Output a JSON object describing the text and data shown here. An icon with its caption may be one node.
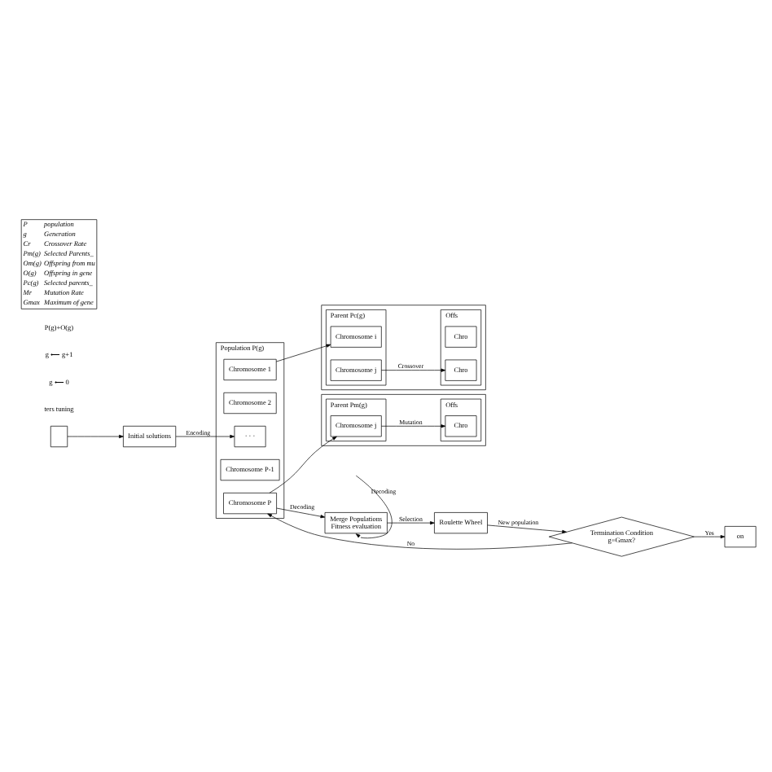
{
  "diagram": {
    "nodes": [
      {
        "text": [],
        "shape": "box"
      },
      {
        "text": [
          "Initial solutions"
        ]
      },
      {
        "text": [
          "Population P(g)"
        ]
      },
      {
        "text": [
          "Chromosome 1"
        ],
        "in": 2
      },
      {
        "text": [
          "Chromosome 2"
        ],
        "in": 2
      },
      {
        "text": [
          "· · ·"
        ],
        "in": 2
      },
      {
        "text": [
          "Chromosome P-1"
        ],
        "in": 2
      },
      {
        "text": [
          "Chromosome P"
        ],
        "in": 2
      },
      {
        "text": [],
        "shape": "box"
      },
      {
        "text": [
          "Parent Pc(g)"
        ],
        "in": 8
      },
      {
        "text": [
          "Chromosome i"
        ],
        "in": 9
      },
      {
        "text": [
          "Chromosome j"
        ],
        "in": 9
      },
      {
        "text": [
          "Offs"
        ],
        "in": 8
      },
      {
        "text": [
          "Chro"
        ],
        "in": 12
      },
      {
        "text": [
          "Chro"
        ],
        "in": 12
      },
      {
        "text": [],
        "shape": "box"
      },
      {
        "text": [
          "Parent Pm(g)"
        ],
        "in": 15
      },
      {
        "text": [
          "Chromosome j"
        ],
        "in": 16
      },
      {
        "text": [
          "Offs"
        ],
        "in": 15
      },
      {
        "text": [
          "Chro"
        ],
        "in": 18
      },
      {
        "text": [
          "Merge Populations",
          "Fitness evaluation"
        ]
      },
      {
        "text": [
          "Roulette Wheel"
        ]
      },
      {
        "text": [
          "Termination Condition",
          "g=Gmax?"
        ]
      },
      {
        "text": [
          "on"
        ]
      }
    ],
    "edges": [
      {
        "from": 0,
        "to": 1,
        "arrow": "to"
      },
      {
        "from": 1,
        "to": 5,
        "arrow": "to",
        "label": "Encoding"
      },
      {
        "from": 3,
        "to": 10,
        "arrow": "to"
      },
      {
        "from": 11,
        "to": 14,
        "arrow": "to",
        "label": "Crossover"
      },
      {
        "from": 7,
        "to": 17,
        "arrow": "to"
      },
      {
        "from": 17,
        "to": 19,
        "arrow": "to",
        "label": "Mutation"
      },
      {
        "from": 7,
        "to": 20,
        "arrow": "to",
        "label": "Decoding"
      },
      {
        "from": null,
        "to": 20,
        "arrow": "to",
        "label": "Decoding"
      },
      {
        "from": 20,
        "to": 21,
        "arrow": "to",
        "label": "Selection"
      },
      {
        "from": 21,
        "to": 22,
        "arrow": "to",
        "label": "New population"
      },
      {
        "from": 22,
        "to": 7,
        "arrow": "to",
        "label": "No"
      },
      {
        "from": 22,
        "to": 23,
        "arrow": "to",
        "label": "Yes"
      }
    ],
    "labels": [
      "ters tuning",
      "g ⟵ 0",
      "g ⟵ g+1",
      "P(g)+O(g)",
      "P",
      "population",
      "g",
      "Generation",
      "Cr",
      "Crossover Rate",
      "Pm(g)",
      "Selected Parents_",
      "Om(g)",
      "Offspring from mu",
      "O(g)",
      "Offspring in gene",
      "Pc(g)",
      "Selected parents_",
      "Mr",
      "Mutation Rate",
      "Gmax",
      "Maximum of gene"
    ]
  }
}
